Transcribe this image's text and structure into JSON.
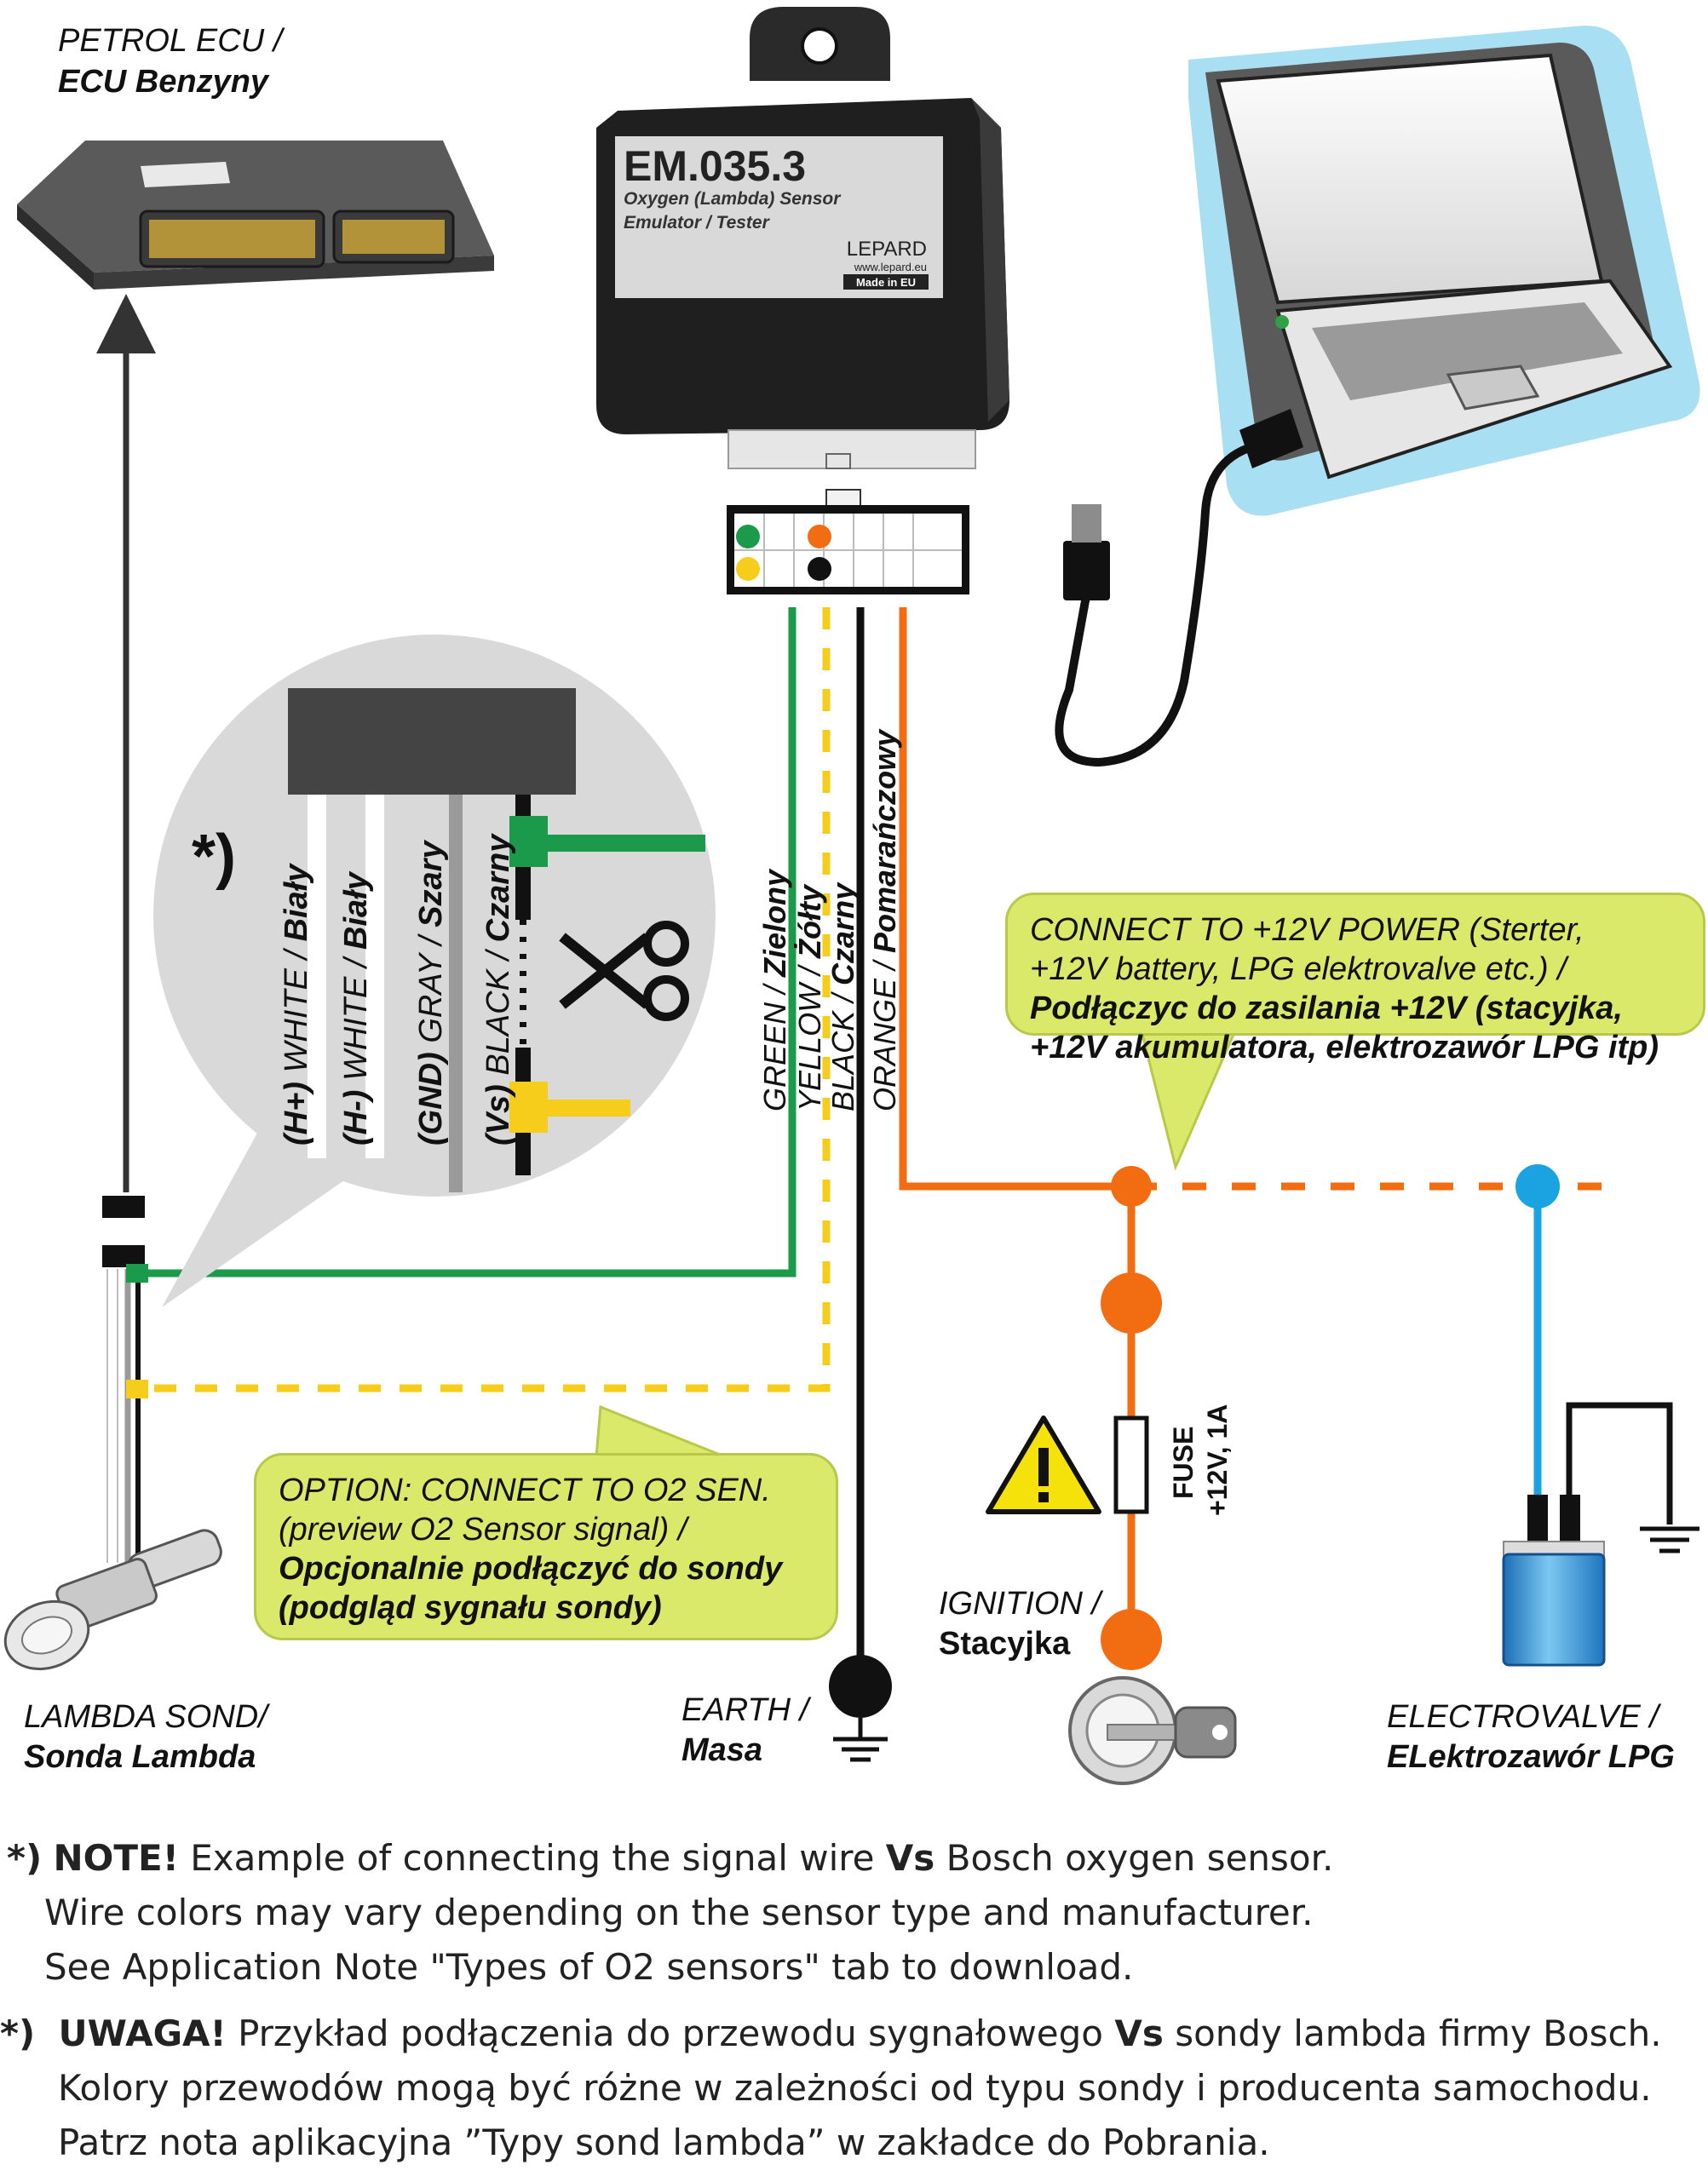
{
  "devices": {
    "emulator": {
      "model": "EM.035.3",
      "description_line1": "Oxygen (Lambda) Sensor",
      "description_line2": "Emulator / Tester",
      "brand": "LEPARD",
      "website": "www.lepard.eu",
      "origin": "Made in EU"
    },
    "petrol_ecu": {
      "label_en": "PETROL ECU /",
      "label_pl": "ECU Benzyny"
    },
    "laptop": {
      "icon": "laptop-icon"
    },
    "lambda_sond": {
      "label_en": "LAMBDA SOND/",
      "label_pl": "Sonda Lambda"
    },
    "earth": {
      "label_en": "EARTH /",
      "label_pl": "Masa"
    },
    "ignition": {
      "label_en": "IGNITION /",
      "label_pl": "Stacyjka"
    },
    "electrovalve": {
      "label_en": "ELECTROVALVE /",
      "label_pl": "ELektrozawór LPG"
    },
    "fuse": {
      "label": "FUSE",
      "rating": "+12V, 1A"
    }
  },
  "wires": {
    "green": {
      "en": "GREEN / ",
      "pl": "Zielony",
      "color": "#1a9a4a"
    },
    "yellow": {
      "en": "YELLOW / ",
      "pl": "Żółty",
      "color": "#f5cd1a"
    },
    "black": {
      "en": "BLACK / ",
      "pl": "Czarny",
      "color": "#111111"
    },
    "orange": {
      "en": "ORANGE / ",
      "pl": "Pomarańczowy",
      "color": "#f26c12"
    },
    "blue": {
      "color": "#1ba2e0"
    }
  },
  "sensor_wires": {
    "marker": "*)",
    "w1": {
      "tag": "(H+)",
      "en": " WHITE / ",
      "pl": "Biały"
    },
    "w2": {
      "tag": "(H-)",
      "en": " WHITE / ",
      "pl": "Biały"
    },
    "w3": {
      "tag": "(GND)",
      "en": " GRAY / ",
      "pl": "Szary"
    },
    "w4": {
      "tag": "(Vs)",
      "en": " BLACK / ",
      "pl": "Czarny"
    }
  },
  "callouts": {
    "power": {
      "line1": "CONNECT TO +12V POWER (Sterter,",
      "line2": "+12V battery, LPG elektrovalve etc.) /",
      "line3": "Podłączyc do zasilania +12V (stacyjka,",
      "line4": "+12V akumulatora, elektrozawór LPG itp)"
    },
    "option": {
      "line1": "OPTION: CONNECT TO O2 SEN.",
      "line2": "(preview O2 Sensor signal) /",
      "line3": "Opcjonalnie podłączyć do sondy",
      "line4": "(podgląd sygnału sondy)"
    }
  },
  "notes": {
    "en": {
      "marker": "*)",
      "head": "NOTE!",
      "line1_a": " Example of connecting the signal wire ",
      "line1_b": "Vs",
      "line1_c": " Bosch oxygen sensor.",
      "line2": "Wire colors may vary depending on the sensor type and manufacturer.",
      "line3": "See Application Note \"Types of O2 sensors\" tab to download."
    },
    "pl": {
      "marker": "*)",
      "head": "UWAGA!",
      "line1_a": " Przykład podłączenia do przewodu sygnałowego ",
      "line1_b": "Vs",
      "line1_c": " sondy lambda firmy Bosch.",
      "line2": "Kolory przewodów mogą być różne w zależności od typu sondy i producenta samochodu.",
      "line3": "Patrz nota aplikacyjna ”Typy sond lambda” w zakładce do Pobrania."
    }
  },
  "colors": {
    "callout_bg": "#dbe96a",
    "wire_green": "#1a9a4a",
    "wire_yellow": "#f5cd1a",
    "wire_orange": "#f26c12",
    "wire_blue": "#1ba2e0"
  }
}
